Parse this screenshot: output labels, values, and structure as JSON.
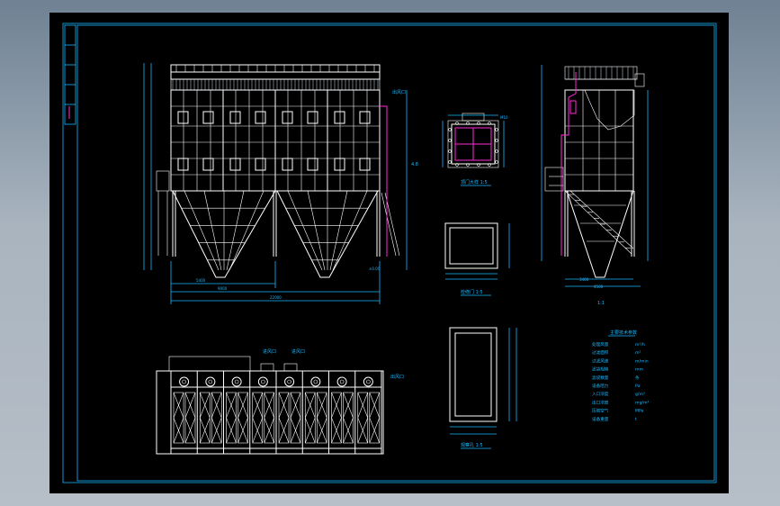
{
  "drawing": {
    "frame_color": "#18b7ff",
    "background": "#000000",
    "line_color": "#ffffff",
    "accent_color": "#ff2bd6"
  },
  "views": {
    "front": {
      "label": "",
      "dim_total": "22000"
    },
    "side": {
      "label": "1:1"
    },
    "detail_a": {
      "label": "顶门大样 1:5"
    },
    "detail_b": {
      "label": "检修门 1:5"
    },
    "detail_c": {
      "label": "观察孔 1:5"
    },
    "plan": {
      "label": ""
    }
  },
  "spec_table": {
    "title": "主要技术参数",
    "rows": [
      {
        "key": "处理风量",
        "value": "m³/h"
      },
      {
        "key": "过滤面积",
        "value": "m²"
      },
      {
        "key": "过滤风速",
        "value": "m/min"
      },
      {
        "key": "滤袋规格",
        "value": "mm"
      },
      {
        "key": "滤袋数量",
        "value": "条"
      },
      {
        "key": "设备阻力",
        "value": "Pa"
      },
      {
        "key": "入口浓度",
        "value": "g/m³"
      },
      {
        "key": "出口浓度",
        "value": "mg/m³"
      },
      {
        "key": "压缩空气",
        "value": "MPa"
      },
      {
        "key": "设备重量",
        "value": "t"
      }
    ]
  }
}
